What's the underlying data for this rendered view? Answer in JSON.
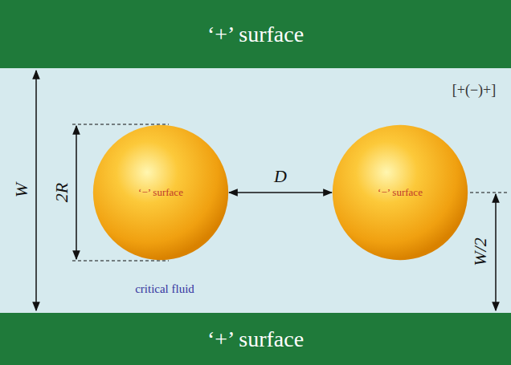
{
  "diagram": {
    "nodes": [
      {
        "text": [
          "‘+’ surface"
        ]
      },
      {
        "text": [
          "‘−’ surface"
        ]
      },
      {
        "text": [
          "‘−’ surface"
        ]
      },
      {
        "text": [
          "‘+’ surface"
        ]
      }
    ],
    "edges": [
      {
        "from": 1,
        "to": 2,
        "label": "D",
        "arrow": "both"
      }
    ],
    "labels": [
      "[+(−)+]",
      "W",
      "2R",
      "W/2",
      "critical fluid"
    ]
  }
}
